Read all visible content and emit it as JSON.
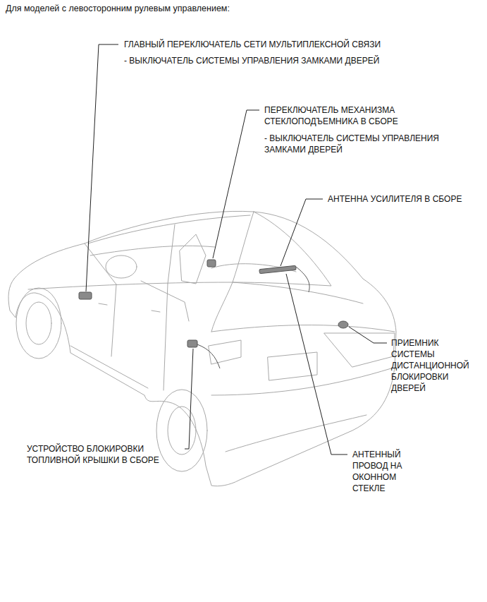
{
  "diagram": {
    "title": "Для моделей с левосторонним рулевым управлением:",
    "labels": [
      "ГЛАВНЫЙ ПЕРЕКЛЮЧАТЕЛЬ СЕТИ МУЛЬТИПЛЕКСНОЙ СВЯЗИ",
      "- ВЫКЛЮЧАТЕЛЬ СИСТЕМЫ УПРАВЛЕНИЯ ЗАМКАМИ ДВЕРЕЙ",
      "ПЕРЕКЛЮЧАТЕЛЬ МЕХАНИЗМА СТЕКЛОПОДЪЕМНИКА В СБОРЕ",
      "- ВЫКЛЮЧАТЕЛЬ СИСТЕМЫ УПРАВЛЕНИЯ ЗАМКАМИ ДВЕРЕЙ",
      "АНТЕННА УСИЛИТЕЛЯ В СБОРЕ",
      "ПРИЕМНИК СИСТЕМЫ ДИСТАНЦИОННОЙ БЛОКИРОВКИ ДВЕРЕЙ",
      "УСТРОЙСТВО БЛОКИРОВКИ ТОПЛИВНОЙ КРЫШКИ В СБОРЕ",
      "АНТЕННЫЙ ПРОВОД НА ОКОННОМ СТЕКЛЕ"
    ]
  }
}
